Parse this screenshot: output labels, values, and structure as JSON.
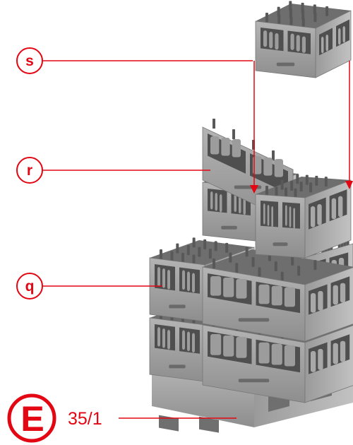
{
  "callouts": {
    "s": "s",
    "r": "r",
    "q": "q"
  },
  "figure_marker": "E",
  "figure_ref": "35/1",
  "colors": {
    "accent": "#e30613",
    "crate": "#a4a4a4",
    "crate_dark": "#7d7d7d",
    "crate_light": "#c4c4c4",
    "pallet": "#9a9a9a"
  }
}
